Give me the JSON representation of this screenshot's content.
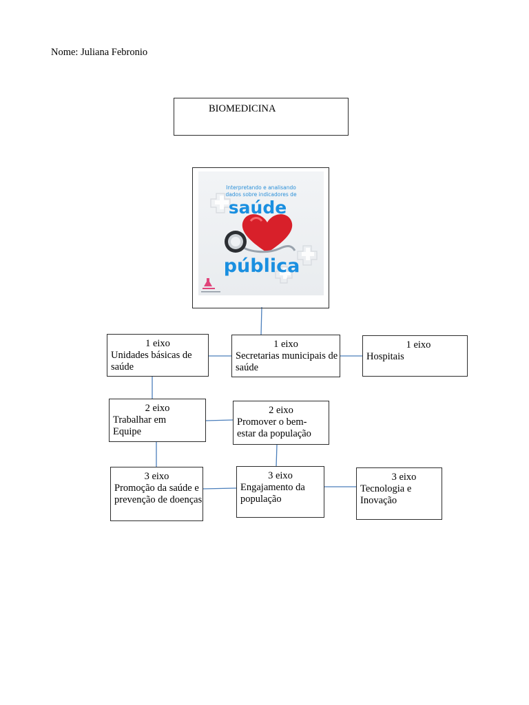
{
  "header": {
    "name_line": "Nome: Juliana Febronio"
  },
  "title": "BIOMEDICINA",
  "image": {
    "line1": "Interpretando e analisando",
    "line2": "dados sobre indicadores de",
    "word1": "saúde",
    "word2": "pública"
  },
  "nodes": {
    "ubs": {
      "head": "1 eixo",
      "body": "Unidades básicas de saúde"
    },
    "sms": {
      "head": "1 eixo",
      "body": "Secretarias municipais de saúde"
    },
    "hosp": {
      "head": "1 eixo",
      "body": "Hospitais"
    },
    "equipe": {
      "head": "2 eixo",
      "body": "Trabalhar em Equipe"
    },
    "bemestar": {
      "head": "2 eixo",
      "body": "Promover o bem-estar da população"
    },
    "promocao": {
      "head": "3 eixo",
      "body": "Promoção da saúde e prevenção de doenças"
    },
    "engaj": {
      "head": "3 eixo",
      "body": "Engajamento da população"
    },
    "tec": {
      "head": "3 eixo",
      "body": "Tecnologia e Inovação"
    }
  },
  "colors": {
    "connector": "#4a7ebb",
    "border": "#2b2b2b",
    "accent_blue": "#1a8fe0",
    "heart_red": "#d8202a"
  }
}
